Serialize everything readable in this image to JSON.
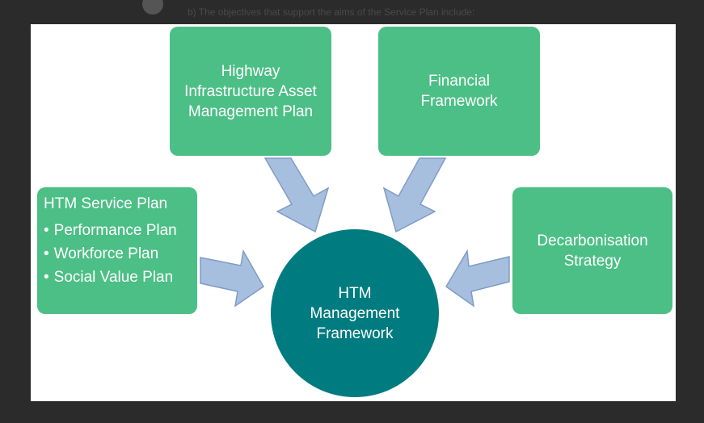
{
  "background": {
    "partial_text": "b) The objectives that support the aims of the Service Plan include:"
  },
  "diagram": {
    "center": {
      "label": "HTM Management Framework",
      "lines": [
        "HTM",
        "Management",
        "Framework"
      ]
    },
    "boxes": {
      "asset_plan": {
        "lines": [
          "Highway",
          "Infrastructure Asset",
          "Management Plan"
        ]
      },
      "financial": {
        "lines": [
          "Financial",
          "Framework"
        ]
      },
      "service_plan": {
        "title": "HTM Service Plan",
        "items": [
          "Performance Plan",
          "Workforce Plan",
          "Social Value Plan"
        ]
      },
      "decarbonisation": {
        "lines": [
          "Decarbonisation",
          "Strategy"
        ]
      }
    },
    "colors": {
      "box_fill": "#4cbf86",
      "circle_fill": "#007b7f",
      "arrow_fill": "#a7bfdf",
      "text": "#ffffff"
    }
  }
}
